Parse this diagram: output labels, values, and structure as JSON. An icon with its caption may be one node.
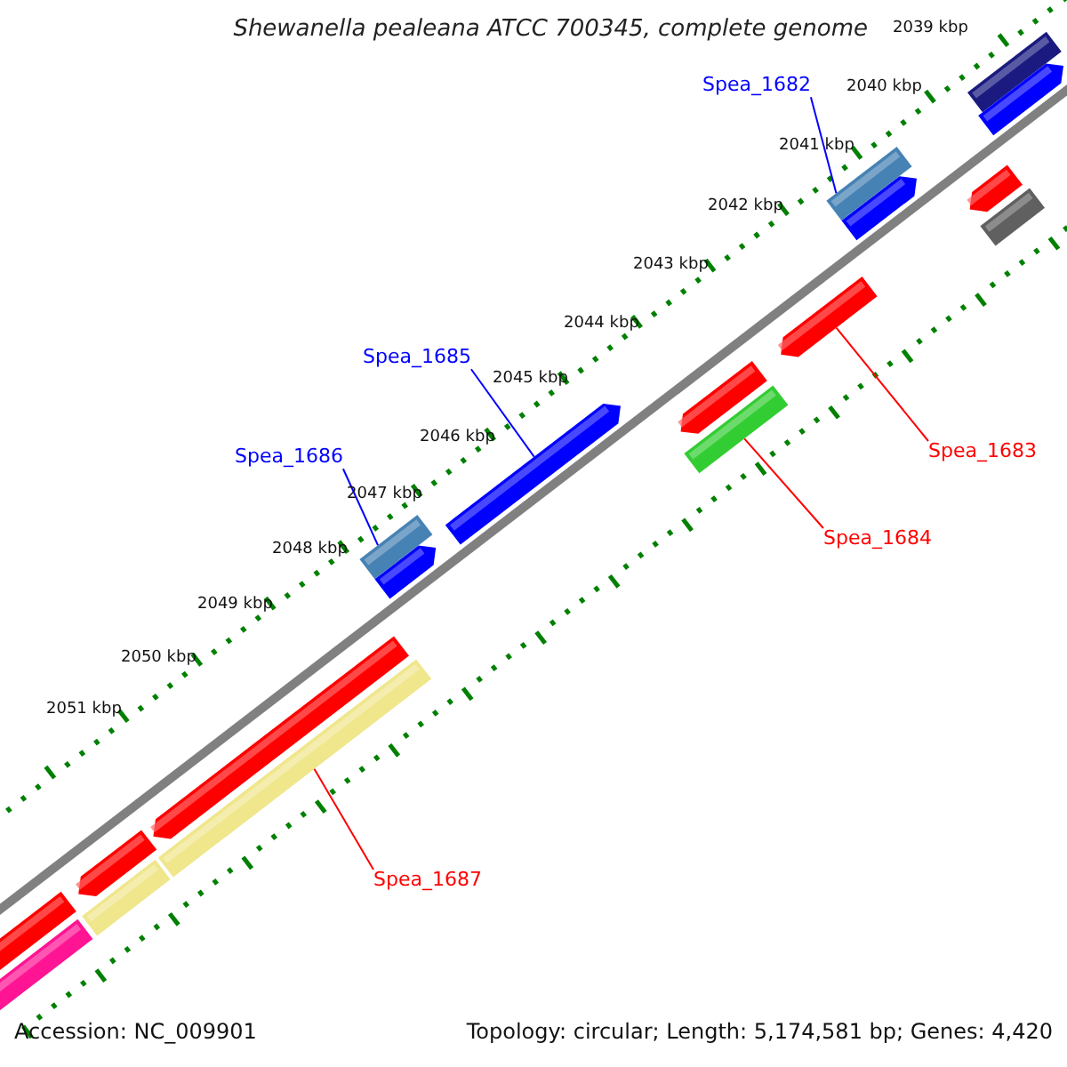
{
  "diagram": {
    "title": "Shewanella pealeana ATCC 700345, complete genome",
    "nodes": [
      {
        "text": [
          "Spea_1682"
        ]
      },
      {
        "text": [],
        "shape": "bar"
      },
      {
        "text": [
          "Spea_1685"
        ]
      },
      {
        "text": [],
        "shape": "arrow"
      },
      {
        "text": [
          "Spea_1686"
        ]
      },
      {
        "text": [],
        "shape": "bar"
      },
      {
        "text": [
          "Spea_1683"
        ]
      },
      {
        "text": [],
        "shape": "arrow"
      },
      {
        "text": [
          "Spea_1684"
        ]
      },
      {
        "text": [],
        "shape": "bar"
      },
      {
        "text": [
          "Spea_1687"
        ]
      },
      {
        "text": [],
        "shape": "bar"
      }
    ],
    "edges": [
      {
        "from": 0,
        "to": 1,
        "arrow": "none",
        "color": "#0000ff"
      },
      {
        "from": 2,
        "to": 3,
        "arrow": "none",
        "color": "#0000ff"
      },
      {
        "from": 4,
        "to": 5,
        "arrow": "none",
        "color": "#0000ff"
      },
      {
        "from": 6,
        "to": 7,
        "arrow": "none",
        "color": "#ff0000"
      },
      {
        "from": 8,
        "to": 9,
        "arrow": "none",
        "color": "#ff0000"
      },
      {
        "from": 10,
        "to": 11,
        "arrow": "none",
        "color": "#ff0000"
      }
    ],
    "labels": [
      "2039 kbp",
      "2040 kbp",
      "2041 kbp",
      "2042 kbp",
      "2043 kbp",
      "2044 kbp",
      "2045 kbp",
      "2046 kbp",
      "2047 kbp",
      "2048 kbp",
      "2049 kbp",
      "2050 kbp",
      "2051 kbp",
      "Accession: NC_009901",
      "Topology: circular; Length: 5,174,581 bp; Genes: 4,420"
    ]
  }
}
